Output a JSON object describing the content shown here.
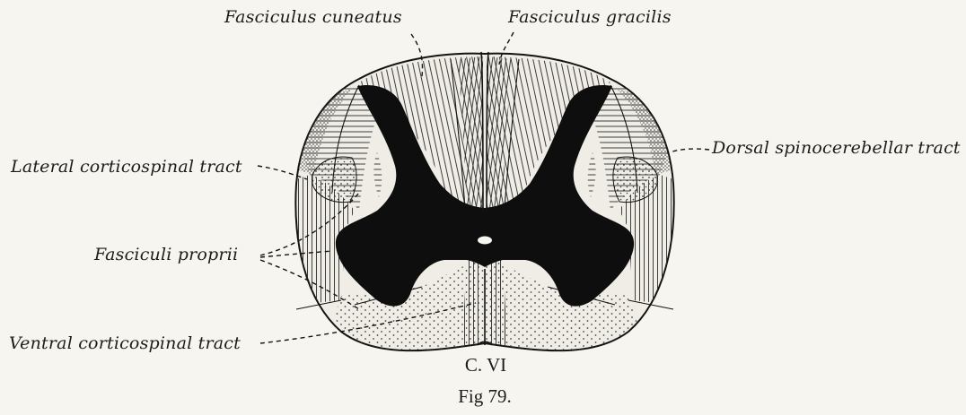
{
  "labels": {
    "fasciculus_cuneatus": "Fasciculus cuneatus",
    "fasciculus_gracilis": "Fasciculus gracilis",
    "dorsal_spinocerebellar": "Dorsal spinocerebellar tract",
    "lateral_corticospinal": "Lateral corticospinal tract",
    "fasciculi_proprii": "Fasciculi proprii",
    "ventral_corticospinal": "Ventral corticospinal tract"
  },
  "caption": {
    "level": "C. VI",
    "figure": "Fig 79."
  },
  "colors": {
    "paper": "#f7f5ef",
    "ink": "#141414",
    "gray_matter": "#0e0e0e",
    "white_matter": "#efede6"
  }
}
